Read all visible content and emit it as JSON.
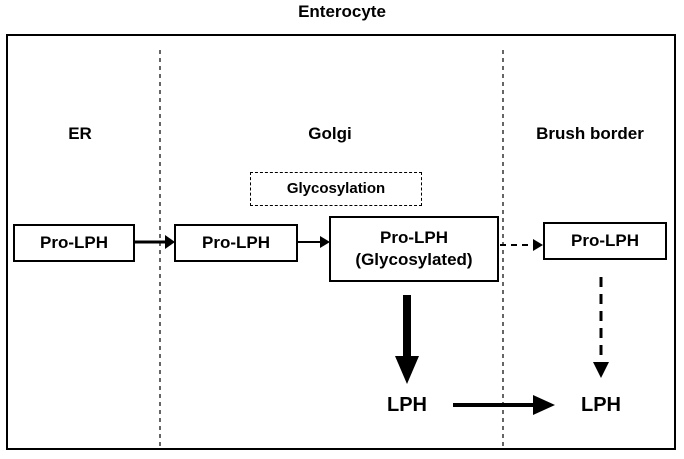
{
  "title": "Enterocyte",
  "sections": {
    "er": "ER",
    "golgi": "Golgi",
    "brush_border": "Brush border"
  },
  "process": {
    "glycosylation": "Glycosylation"
  },
  "nodes": {
    "er_prolph": "Pro-LPH",
    "golgi_prolph": "Pro-LPH",
    "golgi_glyco_line1": "Pro-LPH",
    "golgi_glyco_line2": "(Glycosylated)",
    "brush_prolph": "Pro-LPH",
    "golgi_lph": "LPH",
    "brush_lph": "LPH"
  }
}
